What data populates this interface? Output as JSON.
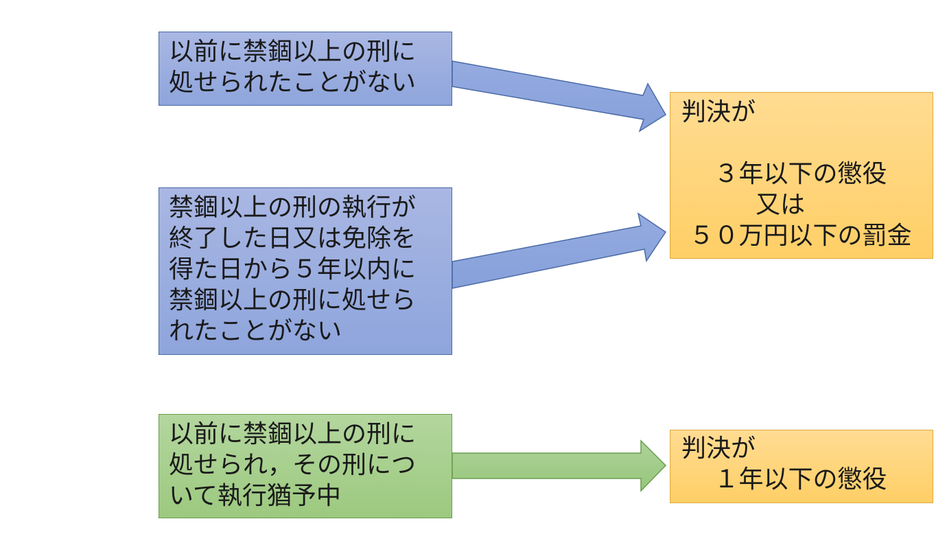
{
  "left_boxes": [
    {
      "text": "以前に禁錮以上の刑に\n処せられたことがない"
    },
    {
      "text": "禁錮以上の刑の執行が\n終了した日又は免除を\n得た日から５年以内に\n禁錮以上の刑に処せら\nれたことがない"
    },
    {
      "text": "以前に禁錮以上の刑に\n処せられ，その刑につ\nいて執行猶予中"
    }
  ],
  "right_boxes": [
    {
      "text": "判決が\n\n　 ３年以下の懲役\n　　　又は\n ５０万円以下の罰金"
    },
    {
      "text": "判決が\n　 １年以下の懲役"
    }
  ],
  "colors": {
    "blue_fill": "#8ea5dc",
    "blue_border": "#4a6aa5",
    "green_fill": "#9cc97f",
    "green_border": "#6a9e4e",
    "orange_fill": "#ffcf66",
    "orange_border": "#e0a93a"
  }
}
